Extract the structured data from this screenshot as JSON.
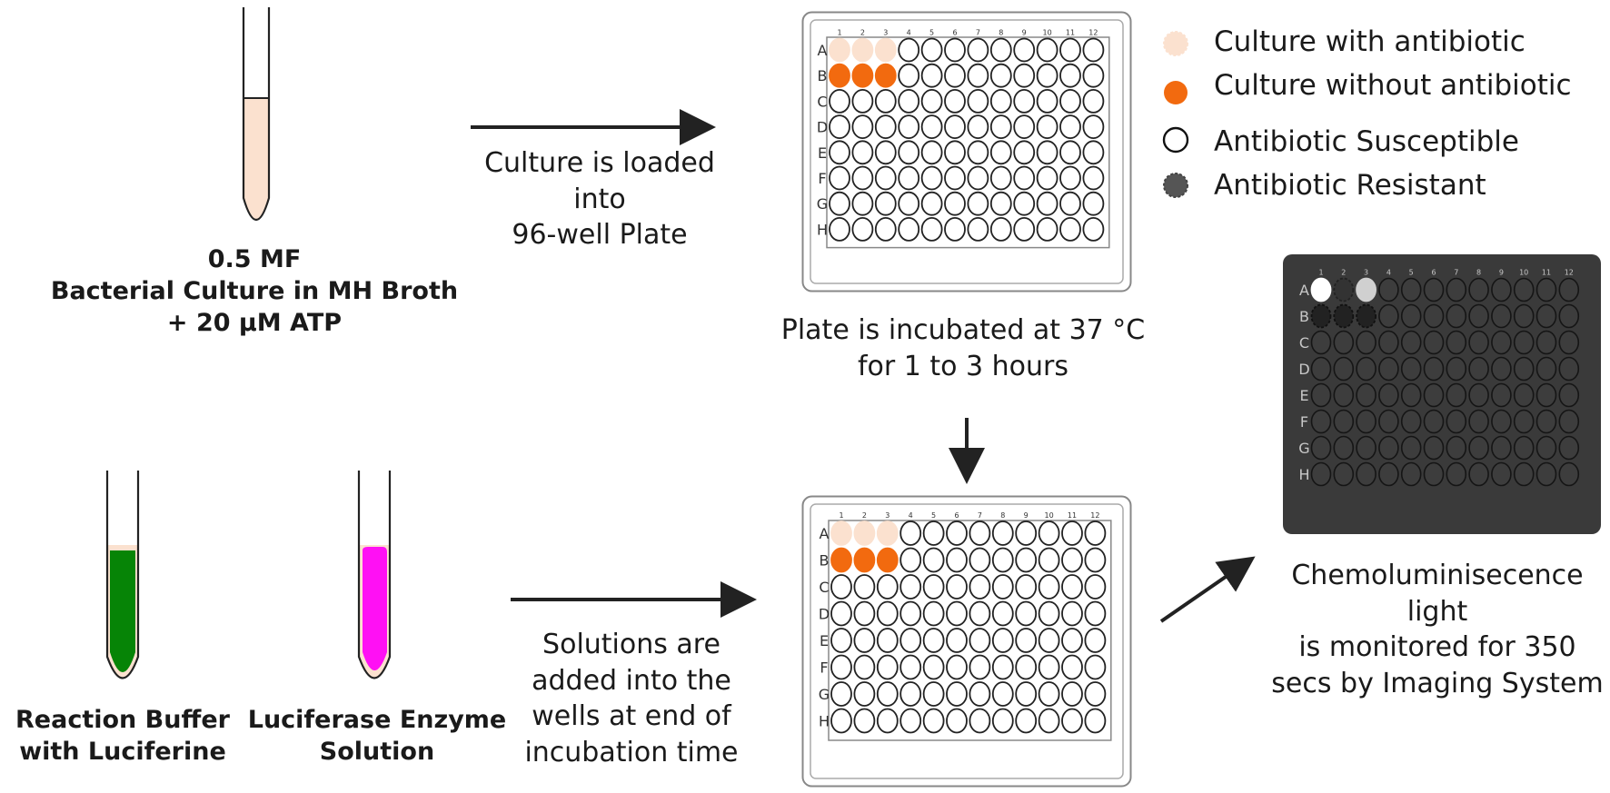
{
  "colors": {
    "culture_with_antibiotic": "#fbe1cf",
    "culture_without_antibiotic": "#f26a0f",
    "luciferin_buffer": "#068406",
    "luciferase_enzyme": "#ff10f4",
    "dark_plate": "#3a3a3a",
    "antibiotic_resistant": "#555555",
    "arrow": "#222222"
  },
  "tube_culture": {
    "label_lines": [
      "0.5 MF",
      "Bacterial Culture in MH Broth",
      "+ 20 µM ATP"
    ]
  },
  "tube_buffer": {
    "label_lines": [
      "Reaction Buffer",
      "with Luciferine"
    ]
  },
  "tube_enzyme": {
    "label_lines": [
      "Luciferase Enzyme",
      "Solution"
    ]
  },
  "step_load": {
    "lines": [
      "Culture is loaded",
      "into",
      "96-well Plate"
    ]
  },
  "step_incubate": {
    "lines": [
      "Plate is incubated at 37 °C",
      "for 1 to 3 hours"
    ]
  },
  "step_add": {
    "lines": [
      "Solutions are",
      "added into the",
      "wells at end of",
      "incubation time"
    ]
  },
  "step_monitor": {
    "lines": [
      "Chemoluminisecence",
      "light",
      "is monitored for 350",
      "secs by Imaging System"
    ]
  },
  "legend": [
    {
      "icon": "pale-circle-icon",
      "label": "Culture with antibiotic"
    },
    {
      "icon": "orange-circle-icon",
      "label": "Culture without antibiotic"
    },
    {
      "icon": "empty-circle-icon",
      "label": "Antibiotic Susceptible"
    },
    {
      "icon": "dark-circle-icon",
      "label": "Antibiotic Resistant"
    }
  ],
  "plate": {
    "rows": [
      "A",
      "B",
      "C",
      "D",
      "E",
      "F",
      "G",
      "H"
    ],
    "cols": [
      "1",
      "2",
      "3",
      "4",
      "5",
      "6",
      "7",
      "8",
      "9",
      "10",
      "11",
      "12"
    ]
  }
}
